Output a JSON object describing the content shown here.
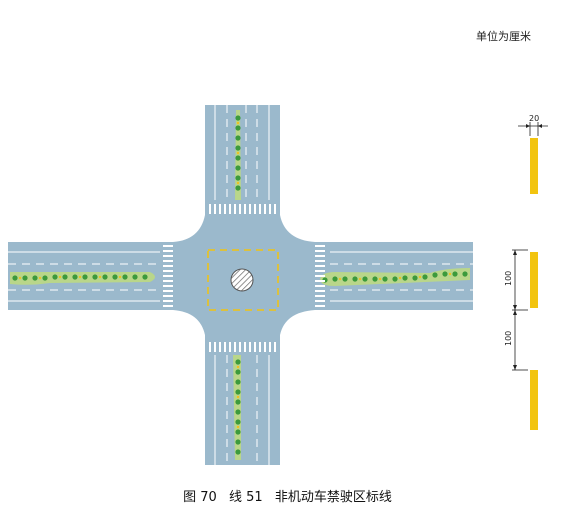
{
  "unit_note": "单位为厘米",
  "caption": {
    "figure": "图 70",
    "line": "线 51",
    "name": "非机动车禁驶区标线"
  },
  "dimensions": {
    "width": "20",
    "gap_upper": "100",
    "gap_lower": "100"
  },
  "colors": {
    "road": "#9bb9cc",
    "median": "#b9d68a",
    "marking": "#ffffff",
    "yellow_line": "#f2c40f",
    "tree": "#3c9a3c",
    "flower": "#f0c020"
  }
}
